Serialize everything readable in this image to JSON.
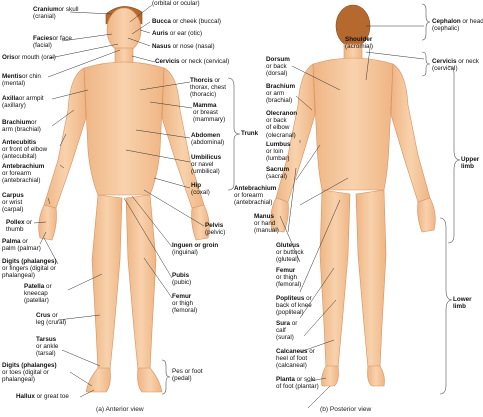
{
  "captions": {
    "anterior": "(a) Anterior view",
    "posterior": "(b) Posterior view"
  },
  "colors": {
    "skin": "#f6c79a",
    "skin_shade": "#e8a877",
    "hair": "#b5692e",
    "leader": "#333333",
    "bracket": "#555555"
  },
  "anterior_left": [
    {
      "term": "Cranium",
      "desc": "or skull\n(cranial)"
    },
    {
      "term": "Facies",
      "desc": "or face\n(facial)"
    },
    {
      "term": "Oris",
      "desc": "or mouth (oral)"
    },
    {
      "term": "Mentis",
      "desc": "or chin\n(mental)"
    },
    {
      "term": "Axilla",
      "desc": "or armpit\n(axillary)"
    },
    {
      "term": "Brachium",
      "desc": "or\narm (brachial)"
    },
    {
      "term": "Antecubitis",
      "desc": "\nor front of elbow\n(antecubital)"
    },
    {
      "term": "Antebrachium",
      "desc": "\nor forearm\n(antebrachial)"
    },
    {
      "term": "Carpus",
      "desc": "\nor wrist\n(carpal)"
    },
    {
      "term": "Pollex",
      "desc": " or\nthumb"
    },
    {
      "term": "Palma",
      "desc": " or\npalm (palmar)"
    },
    {
      "term": "Digits (phalanges)",
      "desc": "\nor fingers (digital or\nphalangeal)"
    },
    {
      "term": "Patella",
      "desc": " or\nkneecap\n(patellar)"
    },
    {
      "term": "Crus",
      "desc": " or\nleg (crural)"
    },
    {
      "term": "Tarsus",
      "desc": "\nor ankle\n(tarsal)"
    },
    {
      "term": "Digits (phalanges)",
      "desc": "\nor toes (digital or\nphalangeal)"
    },
    {
      "term": "Hallux",
      "desc": " or great toe"
    }
  ],
  "anterior_right": [
    {
      "term": "",
      "desc": "(orbital or ocular)"
    },
    {
      "term": "Bucca",
      "desc": " or cheek (buccal)"
    },
    {
      "term": "Auris",
      "desc": " or ear (otic)"
    },
    {
      "term": "Nasus",
      "desc": " or nose (nasal)"
    },
    {
      "term": "Cervicis",
      "desc": " or neck (cervical)"
    },
    {
      "term": "Thorcis",
      "desc": " or\nthorax, chest\n(thoracic)"
    },
    {
      "term": "Mamma",
      "desc": "\nor breast\n(mammary)"
    },
    {
      "term": "Abdomen",
      "desc": "\n(abdominal)"
    },
    {
      "term": "Umbilicus",
      "desc": "\nor navel\n(umbilical)"
    },
    {
      "term": "Hip",
      "desc": "\n(coxal)"
    },
    {
      "term": "Pelvis",
      "desc": "\n(pelvic)"
    },
    {
      "term": "Inguen or groin",
      "desc": "\n(inguinal)"
    },
    {
      "term": "Pubis",
      "desc": "\n(pubic)"
    },
    {
      "term": "Femur",
      "desc": "\nor thigh\n(femoral)"
    },
    {
      "term": "",
      "desc": "Pes or foot\n(pedal)"
    }
  ],
  "trunk_label": "Trunk",
  "posterior_left": [
    {
      "term": "Dorsum",
      "desc": "\nor back\n(dorsal)"
    },
    {
      "term": "Brachium",
      "desc": "\nor arm\n(brachial)"
    },
    {
      "term": "Olecranon",
      "desc": "\nor back\nof elbow\n(olecranal)"
    },
    {
      "term": "Lumbus",
      "desc": "\nor loin\n(lumbar)"
    },
    {
      "term": "Sacrum",
      "desc": "\n(sacral)"
    },
    {
      "term": "Antebrachium",
      "desc": "\nor forearm\n(antebrachial)"
    },
    {
      "term": "Manus",
      "desc": "\nor hand\n(manual)"
    },
    {
      "term": "Gluteus",
      "desc": "\nor buttock\n(gluteal)"
    },
    {
      "term": "Femur",
      "desc": "\nor thigh\n(femoral)"
    },
    {
      "term": "Popliteus",
      "desc": " or\nback of knee\n(popliteal)"
    },
    {
      "term": "Sura",
      "desc": " or\ncalf\n(sural)"
    },
    {
      "term": "Calcaneus",
      "desc": " or\nheel of foot\n(calcaneal)"
    },
    {
      "term": "Planta",
      "desc": " or sole\nof foot (plantar)"
    }
  ],
  "posterior_top": {
    "term": "Shoulder",
    "desc": "\n(acromial)"
  },
  "posterior_right": [
    {
      "term": "Cephalon",
      "desc": " or head\n(cephalic)"
    },
    {
      "term": "Cervicis",
      "desc": " or neck\n(cervical)"
    },
    {
      "term": "Upper\nlimb",
      "desc": ""
    },
    {
      "term": "Lower\nlimb",
      "desc": ""
    }
  ]
}
